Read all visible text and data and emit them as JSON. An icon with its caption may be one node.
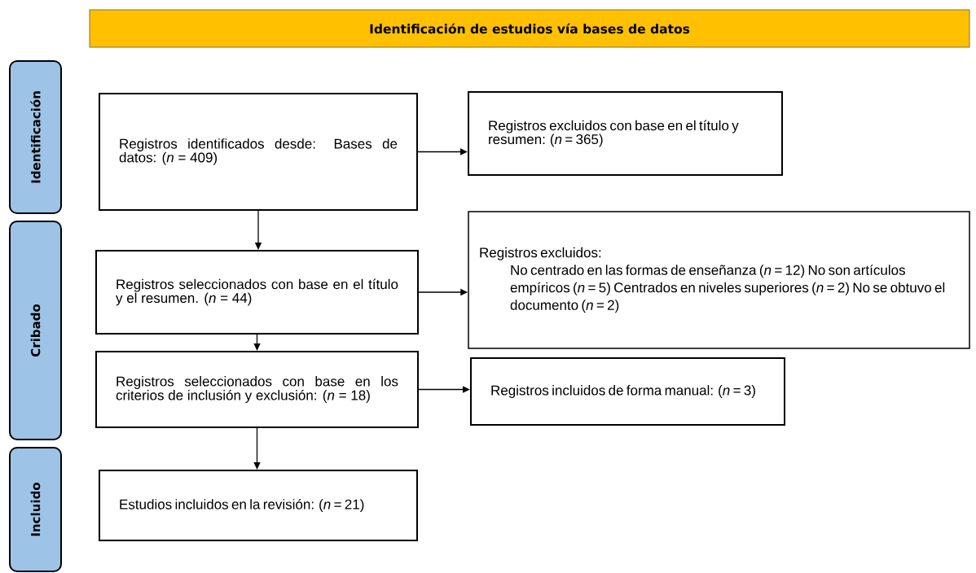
{
  "diagram": {
    "nodes": [
      {
        "text": [
          "Identificación de estudios vía bases de datos"
        ]
      },
      {
        "text": [
          "Identificación"
        ]
      },
      {
        "text": [
          "Cribado"
        ]
      },
      {
        "text": [
          "Incluido"
        ]
      },
      {
        "text": [
          "Registros identificados desde: Bases de datos: (*n* = 409)"
        ]
      },
      {
        "text": [
          "Registros excluidos con base en el título y resumen: (*n* = 365)"
        ]
      },
      {
        "text": [
          "Registros seleccionados con base en el título y el resumen. (*n* = 44)"
        ]
      },
      {
        "text": [
          "Registros excluidos:",
          "No centrado en las formas de enseñanza (*n* = 12) No son artículos empíricos (*n* = 5) Centrados en niveles superiores (*n* = 2) No se obtuvo el documento (*n* = 2)"
        ]
      },
      {
        "text": [
          "Registros seleccionados con base en los criterios de inclusión y exclusión: (*n* = 18)"
        ]
      },
      {
        "text": [
          "Registros incluidos de forma manual: (*n* = 3)"
        ]
      },
      {
        "text": [
          "Estudios incluidos en la revisión: (*n* = 21)"
        ]
      }
    ],
    "edges": [
      {
        "from": 4,
        "to": 5,
        "arrow": "to"
      },
      {
        "from": 4,
        "to": 6,
        "arrow": "to"
      },
      {
        "from": 6,
        "to": 7,
        "arrow": "to"
      },
      {
        "from": 6,
        "to": 8,
        "arrow": "to"
      },
      {
        "from": 8,
        "to": 9,
        "arrow": "to"
      },
      {
        "from": 8,
        "to": 10,
        "arrow": "to"
      }
    ]
  }
}
